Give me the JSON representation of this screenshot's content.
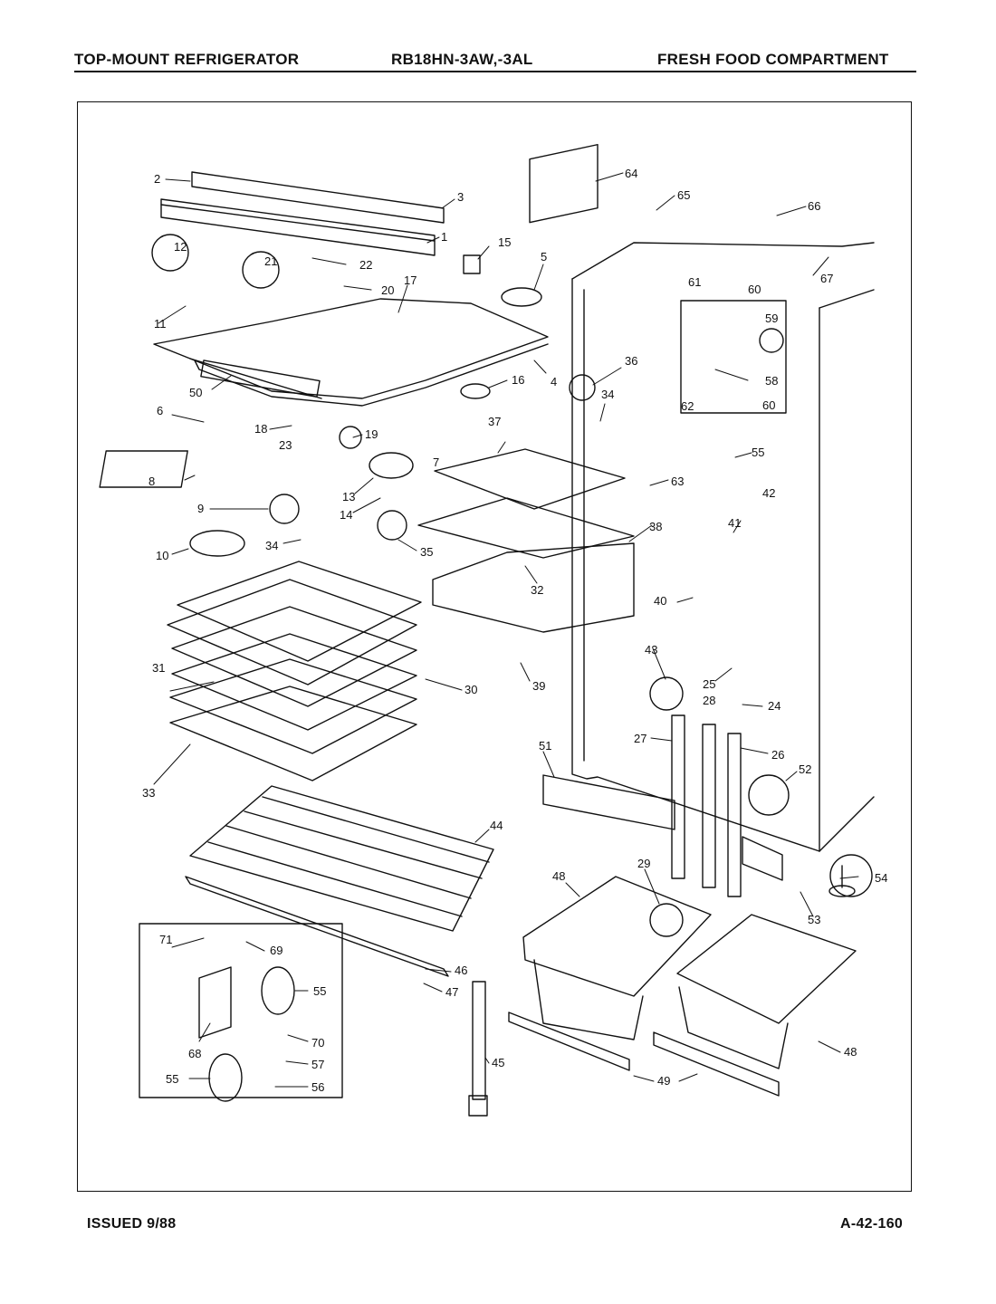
{
  "header": {
    "left": "TOP-MOUNT REFRIGERATOR",
    "center": "RB18HN-3AW,-3AL",
    "right": "FRESH FOOD COMPARTMENT"
  },
  "footer": {
    "issued": "ISSUED 9/88",
    "code": "A-42-160"
  },
  "callouts": [
    {
      "id": "c2",
      "text": "2"
    },
    {
      "id": "c3",
      "text": "3"
    },
    {
      "id": "c1",
      "text": "1"
    },
    {
      "id": "c15",
      "text": "15"
    },
    {
      "id": "c12",
      "text": "12"
    },
    {
      "id": "c21",
      "text": "21"
    },
    {
      "id": "c22",
      "text": "22"
    },
    {
      "id": "c20",
      "text": "20"
    },
    {
      "id": "c11",
      "text": "11"
    },
    {
      "id": "c17",
      "text": "17"
    },
    {
      "id": "c5",
      "text": "5"
    },
    {
      "id": "c4",
      "text": "4"
    },
    {
      "id": "c50",
      "text": "50"
    },
    {
      "id": "c16",
      "text": "16"
    },
    {
      "id": "c6",
      "text": "6"
    },
    {
      "id": "c18",
      "text": "18"
    },
    {
      "id": "c19",
      "text": "19"
    },
    {
      "id": "c23",
      "text": "23"
    },
    {
      "id": "c7",
      "text": "7"
    },
    {
      "id": "c8",
      "text": "8"
    },
    {
      "id": "c9",
      "text": "9"
    },
    {
      "id": "c13",
      "text": "13"
    },
    {
      "id": "c14",
      "text": "14"
    },
    {
      "id": "c10",
      "text": "10"
    },
    {
      "id": "c64",
      "text": "64"
    },
    {
      "id": "c65",
      "text": "65"
    },
    {
      "id": "c66",
      "text": "66"
    },
    {
      "id": "c67",
      "text": "67"
    },
    {
      "id": "c61",
      "text": "61"
    },
    {
      "id": "c60a",
      "text": "60"
    },
    {
      "id": "c59",
      "text": "59"
    },
    {
      "id": "c58",
      "text": "58"
    },
    {
      "id": "c62",
      "text": "62"
    },
    {
      "id": "c60b",
      "text": "60"
    },
    {
      "id": "c36",
      "text": "36"
    },
    {
      "id": "c34a",
      "text": "34"
    },
    {
      "id": "c37",
      "text": "37"
    },
    {
      "id": "c63",
      "text": "63"
    },
    {
      "id": "c55a",
      "text": "55"
    },
    {
      "id": "c42",
      "text": "42"
    },
    {
      "id": "c41",
      "text": "41"
    },
    {
      "id": "c38",
      "text": "38"
    },
    {
      "id": "c34b",
      "text": "34"
    },
    {
      "id": "c35",
      "text": "35"
    },
    {
      "id": "c32",
      "text": "32"
    },
    {
      "id": "c40",
      "text": "40"
    },
    {
      "id": "c43",
      "text": "43"
    },
    {
      "id": "c25",
      "text": "25"
    },
    {
      "id": "c24",
      "text": "24"
    },
    {
      "id": "c28",
      "text": "28"
    },
    {
      "id": "c39",
      "text": "39"
    },
    {
      "id": "c31",
      "text": "31"
    },
    {
      "id": "c30",
      "text": "30"
    },
    {
      "id": "c27",
      "text": "27"
    },
    {
      "id": "c26",
      "text": "26"
    },
    {
      "id": "c33",
      "text": "33"
    },
    {
      "id": "c51",
      "text": "51"
    },
    {
      "id": "c52",
      "text": "52"
    },
    {
      "id": "c44",
      "text": "44"
    },
    {
      "id": "c54",
      "text": "54"
    },
    {
      "id": "c53",
      "text": "53"
    },
    {
      "id": "c29",
      "text": "29"
    },
    {
      "id": "c48a",
      "text": "48"
    },
    {
      "id": "c71",
      "text": "71"
    },
    {
      "id": "c69",
      "text": "69"
    },
    {
      "id": "c46",
      "text": "46"
    },
    {
      "id": "c47",
      "text": "47"
    },
    {
      "id": "c55b",
      "text": "55"
    },
    {
      "id": "c68",
      "text": "68"
    },
    {
      "id": "c70",
      "text": "70"
    },
    {
      "id": "c57",
      "text": "57"
    },
    {
      "id": "c55c",
      "text": "55"
    },
    {
      "id": "c56",
      "text": "56"
    },
    {
      "id": "c45",
      "text": "45"
    },
    {
      "id": "c49",
      "text": "49"
    },
    {
      "id": "c48b",
      "text": "48"
    }
  ]
}
